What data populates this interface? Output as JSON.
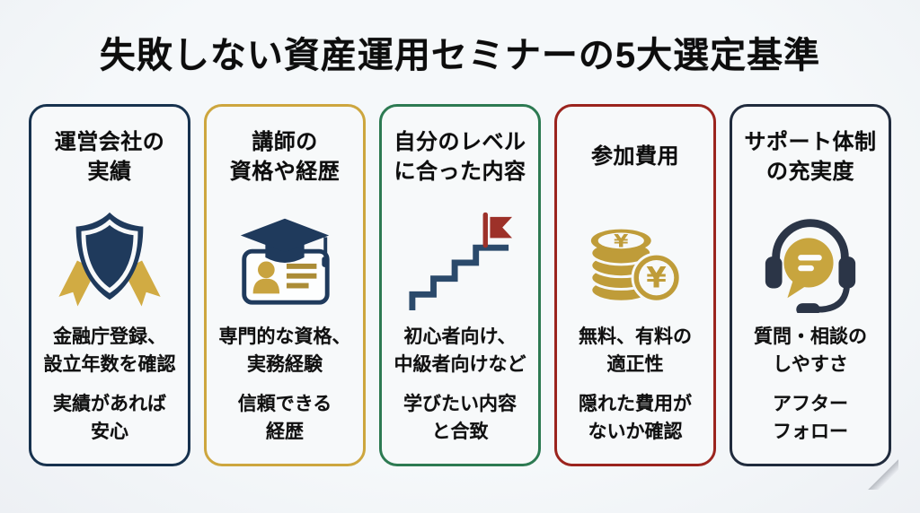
{
  "title": "失敗しない資産運用セミナーの5大選定基準",
  "colors": {
    "page_background": "#f0f3f6",
    "card_background": "#f7f9fa",
    "text": "#0d0d0d",
    "navy": "#1f3a5c",
    "slate_navy": "#2b3547",
    "stairs_navy": "#2b4a6b",
    "gold": "#c7a23d",
    "dark_gold": "#ab8c36",
    "green": "#2d7a52",
    "red": "#9b241e",
    "flag_red": "#9d3129",
    "card_accents": [
      "#17324e",
      "#cda63e",
      "#2d7a52",
      "#9b241e",
      "#202b3d"
    ]
  },
  "cards": [
    {
      "accent": "#17324e",
      "icon": "shield-ribbon-icon",
      "title_lines": [
        "運営会社の",
        "実績"
      ],
      "point1_lines": [
        "金融庁登録、",
        "設立年数を確認"
      ],
      "point2_lines": [
        "実績があれば",
        "安心"
      ]
    },
    {
      "accent": "#cda63e",
      "icon": "graduation-id-card-icon",
      "title_lines": [
        "講師の",
        "資格や経歴"
      ],
      "point1_lines": [
        "専門的な資格、",
        "実務経験"
      ],
      "point2_lines": [
        "信頼できる",
        "経歴"
      ]
    },
    {
      "accent": "#2d7a52",
      "icon": "stairs-goal-flag-icon",
      "title_lines": [
        "自分のレベル",
        "に合った内容"
      ],
      "point1_lines": [
        "初心者向け、",
        "中級者向けなど"
      ],
      "point2_lines": [
        "学びたい内容",
        "と合致"
      ]
    },
    {
      "accent": "#9b241e",
      "icon": "yen-coins-icon",
      "title_lines": [
        "参加費用"
      ],
      "point1_lines": [
        "無料、有料の",
        "適正性"
      ],
      "point2_lines": [
        "隠れた費用が",
        "ないか確認"
      ]
    },
    {
      "accent": "#202b3d",
      "icon": "support-headset-icon",
      "title_lines": [
        "サポート体制",
        "の充実度"
      ],
      "point1_lines": [
        "質問・相談の",
        "しやすさ"
      ],
      "point2_lines": [
        "アフター",
        "フォロー"
      ]
    }
  ]
}
